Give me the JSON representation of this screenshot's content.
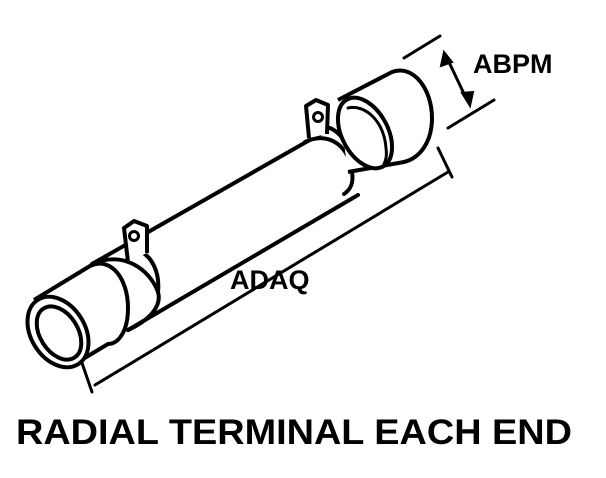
{
  "labels": {
    "diameter_dimension": "ABPM",
    "length_dimension": "ADAQ",
    "caption": "RADIAL TERMINAL EACH END"
  },
  "colors": {
    "ink": "#000000",
    "background": "#ffffff"
  }
}
